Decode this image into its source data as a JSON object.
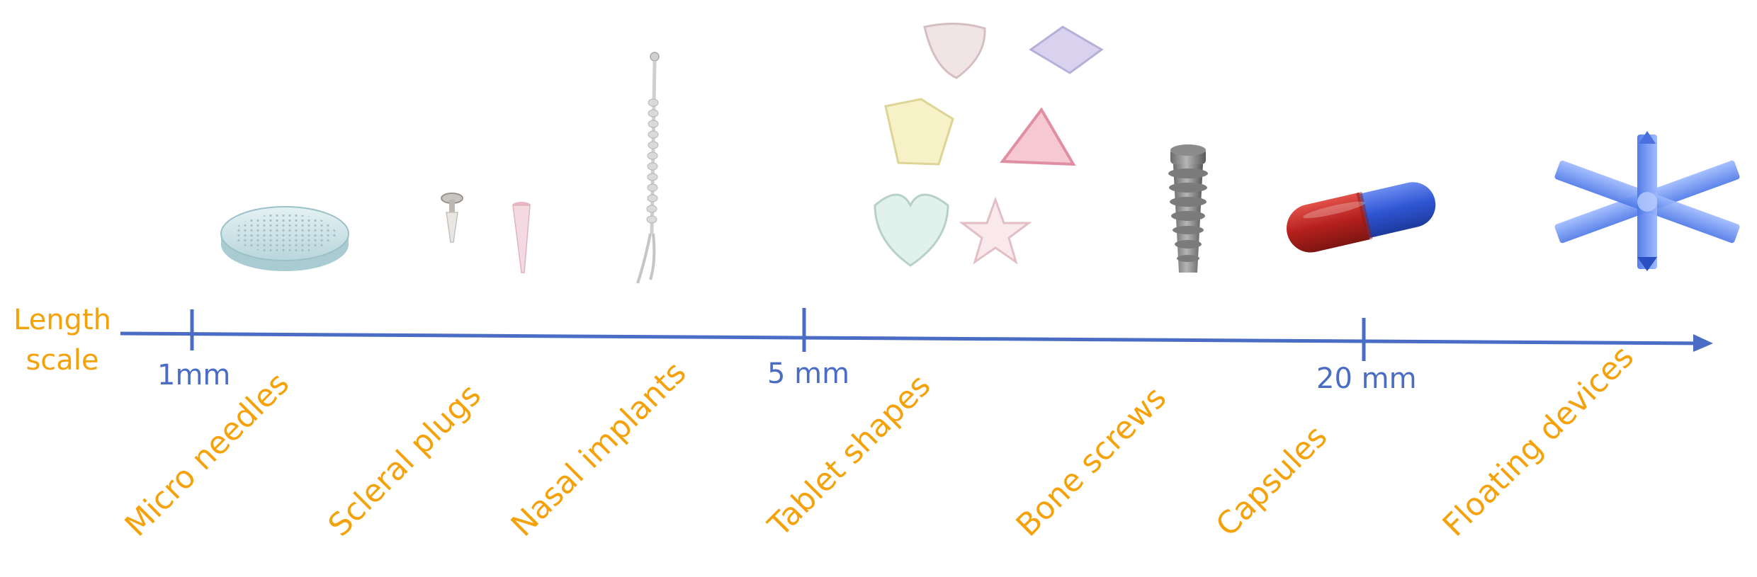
{
  "axis": {
    "title_line1": "Length",
    "title_line2": "scale",
    "ticks": [
      "1mm",
      "5 mm",
      "20 mm"
    ]
  },
  "categories": [
    {
      "label": "Micro needles",
      "icon": "microneedle-patch-icon"
    },
    {
      "label": "Scleral plugs",
      "icon": "scleral-plug-icon"
    },
    {
      "label": "Nasal implants",
      "icon": "nasal-implant-icon"
    },
    {
      "label": "Tablet shapes",
      "icon": "tablet-shapes-icon"
    },
    {
      "label": "Bone screws",
      "icon": "bone-screw-icon"
    },
    {
      "label": "Capsules",
      "icon": "capsule-icon"
    },
    {
      "label": "Floating devices",
      "icon": "floating-device-icon"
    }
  ],
  "colors": {
    "axis": "#4A6CC4",
    "labels": "#F5A20A",
    "tick_labels": "#4A6CC4"
  }
}
